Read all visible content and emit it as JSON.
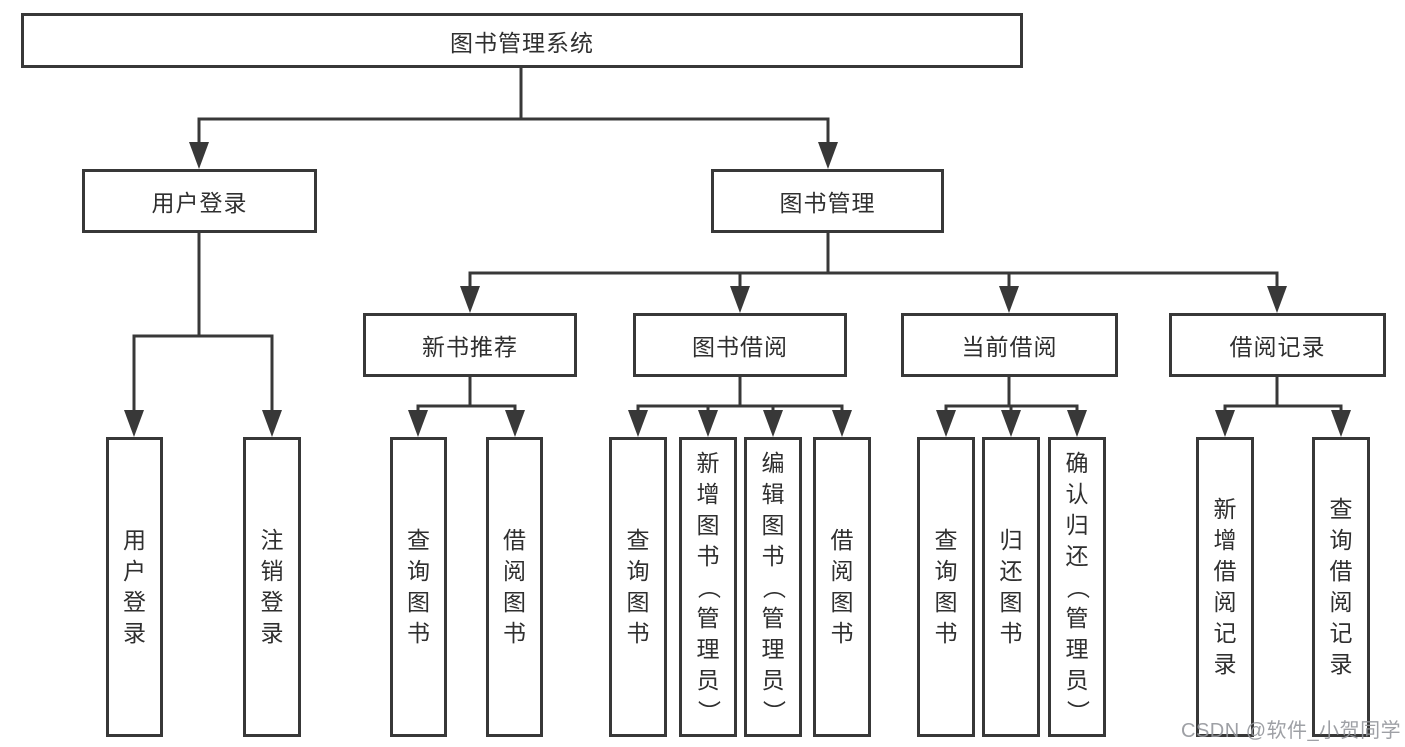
{
  "diagram": {
    "root": "图书管理系统",
    "level2": {
      "user_login": "用户登录",
      "book_mgmt": "图书管理"
    },
    "level3": {
      "new_book": "新书推荐",
      "book_borrow": "图书借阅",
      "current_borrow": "当前借阅",
      "borrow_records": "借阅记录"
    },
    "leaves": {
      "user_login": [
        "用户登录",
        "注销登录"
      ],
      "new_book": [
        "查询图书",
        "借阅图书"
      ],
      "book_borrow": [
        "查询图书",
        "新增图书（管理员）",
        "编辑图书（管理员）",
        "借阅图书"
      ],
      "current_borrow": [
        "查询图书",
        "归还图书",
        "确认归还（管理员）"
      ],
      "borrow_records": [
        "新增借阅记录",
        "查询借阅记录"
      ]
    }
  },
  "watermark": "CSDN @软件_小贺同学",
  "colors": {
    "line": "#383838",
    "text": "#2f2f2f",
    "watermark": "#94969b",
    "background": "#ffffff"
  }
}
